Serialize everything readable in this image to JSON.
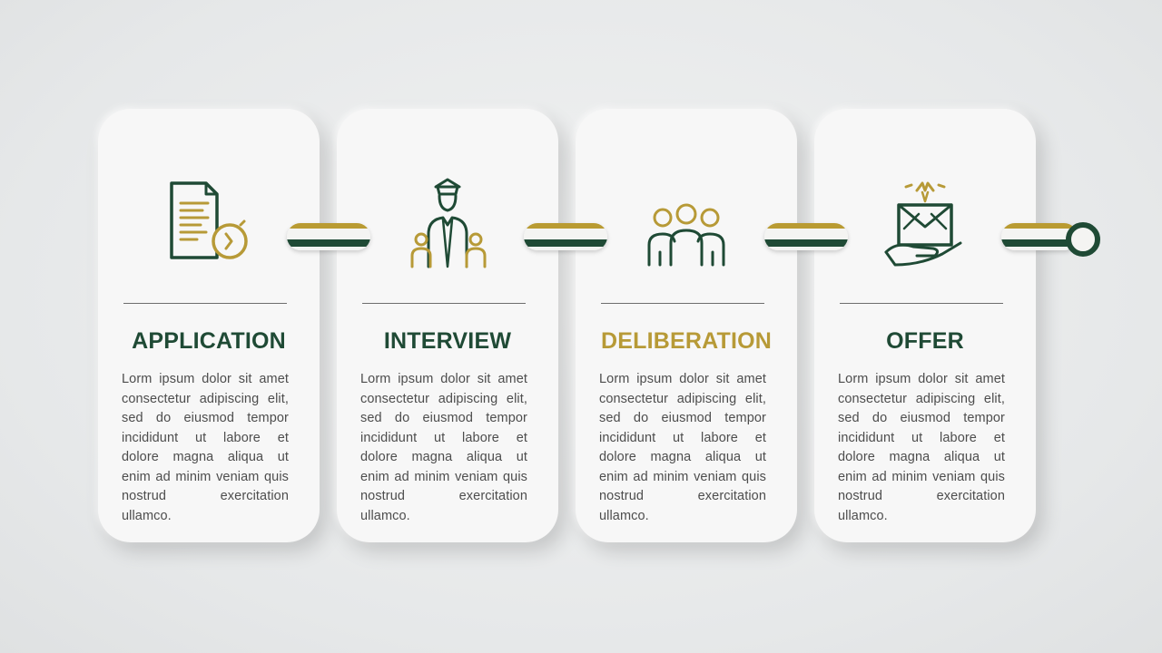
{
  "colors": {
    "green": "#1f4a35",
    "gold": "#b79a37",
    "card_bg": "#f7f7f7",
    "background": "#e6e8e9"
  },
  "steps": [
    {
      "title": "APPLICATION",
      "icon": "document-clock-icon",
      "body": "Lorm ipsum dolor sit amet consectetur adipiscing elit, sed do eiusmod tempor incididunt ut labore et dolore magna aliqua ut enim ad minim veniam quis nostrud exercitation ullamco."
    },
    {
      "title": "INTERVIEW",
      "icon": "interviewer-people-icon",
      "body": "Lorm ipsum dolor sit amet consectetur adipiscing elit, sed do eiusmod tempor incididunt ut labore et dolore magna aliqua ut enim ad minim veniam quis nostrud exercitation ullamco."
    },
    {
      "title": "DELIBERATION",
      "icon": "group-people-icon",
      "body": "Lorm ipsum dolor sit amet consectetur adipiscing elit, sed do eiusmod tempor incididunt ut labore et dolore magna aliqua ut enim ad minim veniam quis nostrud exercitation ullamco."
    },
    {
      "title": "OFFER",
      "icon": "envelope-hand-icon",
      "body": "Lorm ipsum dolor sit amet consectetur adipiscing elit, sed do eiusmod tempor incididunt ut labore et dolore magna aliqua ut enim ad minim veniam quis nostrud exercitation ullamco."
    }
  ]
}
